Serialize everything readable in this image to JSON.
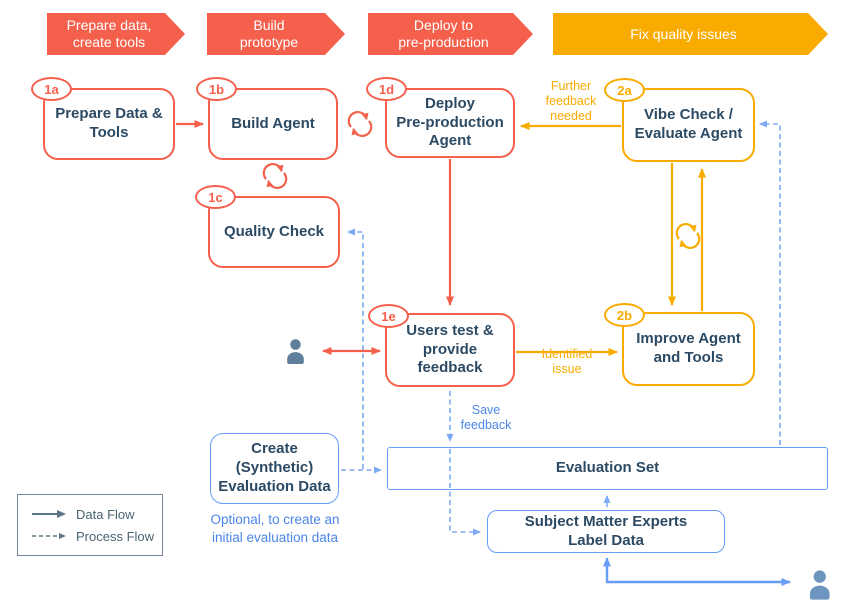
{
  "colors": {
    "coral": "#F4604C",
    "amber": "#F9AB00",
    "blue": "#669DF6",
    "bluedash": "#7BAAF7",
    "ink": "#2C4A63",
    "bluetext": "#4A86E8",
    "slate": "#4A6572",
    "person_left": "#5E7E9B",
    "person_right": "#6E95BF"
  },
  "banners": [
    {
      "label": "Prepare data,\ncreate tools"
    },
    {
      "label": "Build\nprototype"
    },
    {
      "label": "Deploy to\npre-production"
    },
    {
      "label": "Fix quality issues"
    }
  ],
  "nodes": {
    "prepare": {
      "badge": "1a",
      "label": "Prepare Data &\nTools"
    },
    "build": {
      "badge": "1b",
      "label": "Build Agent"
    },
    "quality": {
      "badge": "1c",
      "label": "Quality Check"
    },
    "deploy": {
      "badge": "1d",
      "label": "Deploy\nPre-production\nAgent"
    },
    "vibe": {
      "badge": "2a",
      "label": "Vibe Check /\nEvaluate Agent"
    },
    "users": {
      "badge": "1e",
      "label": "Users test &\nprovide\nfeedback"
    },
    "improve": {
      "badge": "2b",
      "label": "Improve Agent\nand Tools"
    },
    "create_eval": {
      "label": "Create\n(Synthetic)\nEvaluation Data",
      "note": "Optional, to create an\ninitial evaluation data"
    },
    "eval_set": {
      "label": "Evaluation Set"
    },
    "sme": {
      "label": "Subject Matter Experts\nLabel Data"
    }
  },
  "edge_labels": {
    "further_feedback": "Further\nfeedback\nneeded",
    "identified_issue": "Identified\nissue",
    "save_feedback": "Save\nfeedback"
  },
  "legend": {
    "data_flow": "Data Flow",
    "process_flow": "Process Flow"
  },
  "icons": {
    "loop": "loop-icon",
    "user": "user-icon"
  }
}
